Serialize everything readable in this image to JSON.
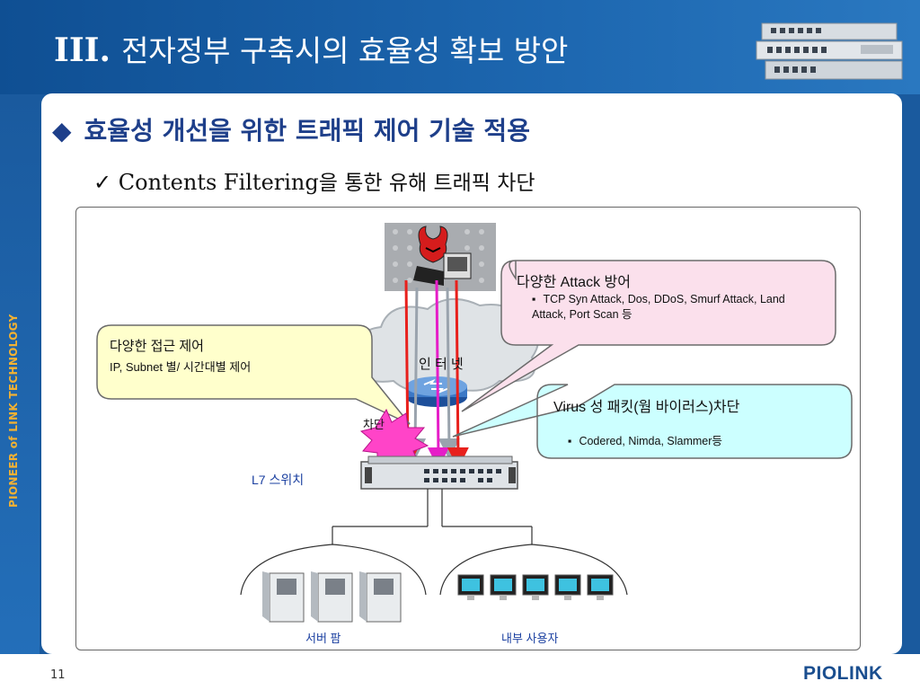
{
  "header": {
    "roman": "III.",
    "title": "전자정부 구축시의 효율성 확보 방안"
  },
  "side_brand": "PIONEER of LINK TECHNOLOGY",
  "section": {
    "bullet": "◆",
    "heading": "효율성 개선을 위한 트래픽 제어 기술 적용"
  },
  "subsection": {
    "check": "✓",
    "label_en": "Contents Filtering",
    "label_ko": "을 통한 유해 트래픽 차단"
  },
  "diagram": {
    "callout_attack": {
      "title": "다양한 Attack 방어",
      "items": [
        "TCP Syn Attack, Dos, DDoS, Smurf Attack, Land Attack, Port Scan 등"
      ]
    },
    "callout_access": {
      "title": "다양한 접근 제어",
      "detail": "IP, Subnet 별/ 시간대별 제어"
    },
    "callout_virus": {
      "title": "Virus 성 패킷(웜 바이러스)차단",
      "items": [
        "Codered, Nimda, Slammer등"
      ]
    },
    "internet_label": "인 터 넷",
    "block_label": "차단",
    "switch_label": "L7 스위치",
    "servers_label": "서버 팜",
    "users_label": "내부 사용자",
    "colors": {
      "callout_attack": "#fbe0ec",
      "callout_access": "#ffffcc",
      "callout_virus": "#ccffff",
      "block_star": "#ff44c8",
      "red_arrow": "#e8201c",
      "magenta_arrow": "#e61ec8"
    }
  },
  "footer": {
    "page": "11",
    "brand": "PIOLINK"
  }
}
